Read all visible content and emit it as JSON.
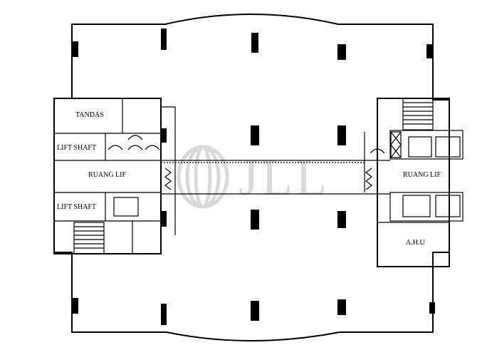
{
  "labels": {
    "tandas": "TANDAS",
    "lift_shaft_top": "LIFT SHAFT",
    "lift_shaft_bottom": "LIFT SHAFT",
    "ruang_lif_left": "RUANG LIF",
    "ruang_lif_right": "RUANG LIF",
    "ahu": "A.H.U"
  },
  "watermark": {
    "brand": "JLL"
  }
}
